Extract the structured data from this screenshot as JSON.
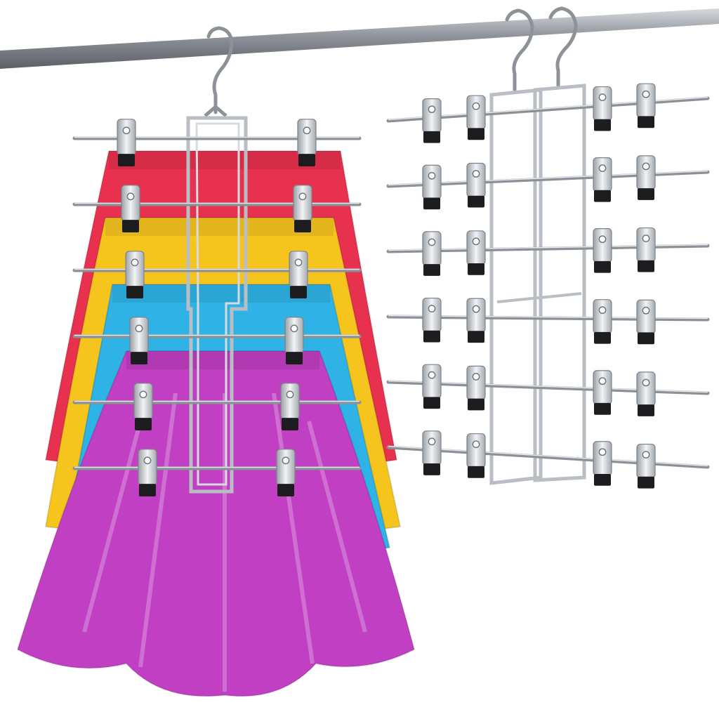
{
  "scene": {
    "subject": "product-photo",
    "background_color": "#ffffff",
    "rod_color": "#8f949a",
    "hanger_wire_color": "#b9bec4",
    "clip_metal_color": "#c9ced3",
    "clip_pad_color": "#1d1d1f"
  },
  "left_hanger": {
    "tiers": 6,
    "clips_per_tier": 2,
    "skirts": [
      {
        "color": "#e8304f"
      },
      {
        "color": "#f5c51e"
      },
      {
        "color": "#2fb3e6"
      },
      {
        "color": "#c13fc3"
      }
    ]
  },
  "right_hanger": {
    "tiers": 6,
    "clips_per_tier": 4,
    "hooks": 2
  }
}
